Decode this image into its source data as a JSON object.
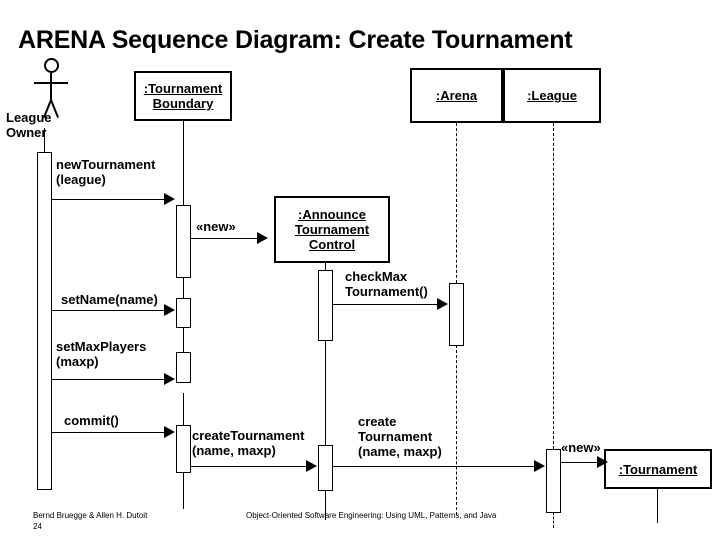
{
  "slide": {
    "title": "ARENA Sequence Diagram: Create Tournament"
  },
  "actor": {
    "name": "League Owner",
    "label_line1": "League",
    "label_line2": "Owner",
    "icon": "actor-stick-figure"
  },
  "objects": [
    {
      "id": "tournament-boundary",
      "line1": ":Tournament",
      "line2": "Boundary"
    },
    {
      "id": "arena",
      "line1": ":Arena"
    },
    {
      "id": "league",
      "line1": ":League"
    },
    {
      "id": "announce-tournament-control",
      "line1": ":Announce",
      "line2": "Tournament",
      "line3": "Control"
    },
    {
      "id": "tournament",
      "line1": ":Tournament"
    }
  ],
  "messages": [
    {
      "id": "new-tournament",
      "line1": "newTournament",
      "line2": "(league)",
      "from": "league-owner",
      "to": "tournament-boundary"
    },
    {
      "id": "new-control",
      "line1": "«new»",
      "from": "tournament-boundary",
      "to": "announce-tournament-control"
    },
    {
      "id": "check-max-tournament",
      "line1": "checkMax",
      "line2": "Tournament()",
      "from": "announce-tournament-control",
      "to": "arena"
    },
    {
      "id": "set-name",
      "line1": "setName(name)",
      "from": "league-owner",
      "to": "tournament-boundary"
    },
    {
      "id": "set-max-players",
      "line1": "setMaxPlayers",
      "line2": "(maxp)",
      "from": "league-owner",
      "to": "tournament-boundary"
    },
    {
      "id": "commit",
      "line1": "commit()",
      "from": "league-owner",
      "to": "tournament-boundary"
    },
    {
      "id": "create-tournament-boundary",
      "line1": "createTournament",
      "line2": "(name, maxp)",
      "from": "tournament-boundary",
      "to": "announce-tournament-control"
    },
    {
      "id": "create-tournament-control",
      "line1": "create",
      "line2": "Tournament",
      "line3": "(name, maxp)",
      "from": "announce-tournament-control",
      "to": "league"
    },
    {
      "id": "new-tournament-object",
      "line1": "«new»",
      "from": "league",
      "to": "tournament"
    }
  ],
  "footer": {
    "authors": "Bernd Bruegge & Allen H. Dutoit",
    "page": "24",
    "book": "Object-Oriented Software Engineering: Using UML, Patterns, and Java"
  },
  "colors": {
    "ink": "#000000",
    "paper": "#ffffff"
  }
}
